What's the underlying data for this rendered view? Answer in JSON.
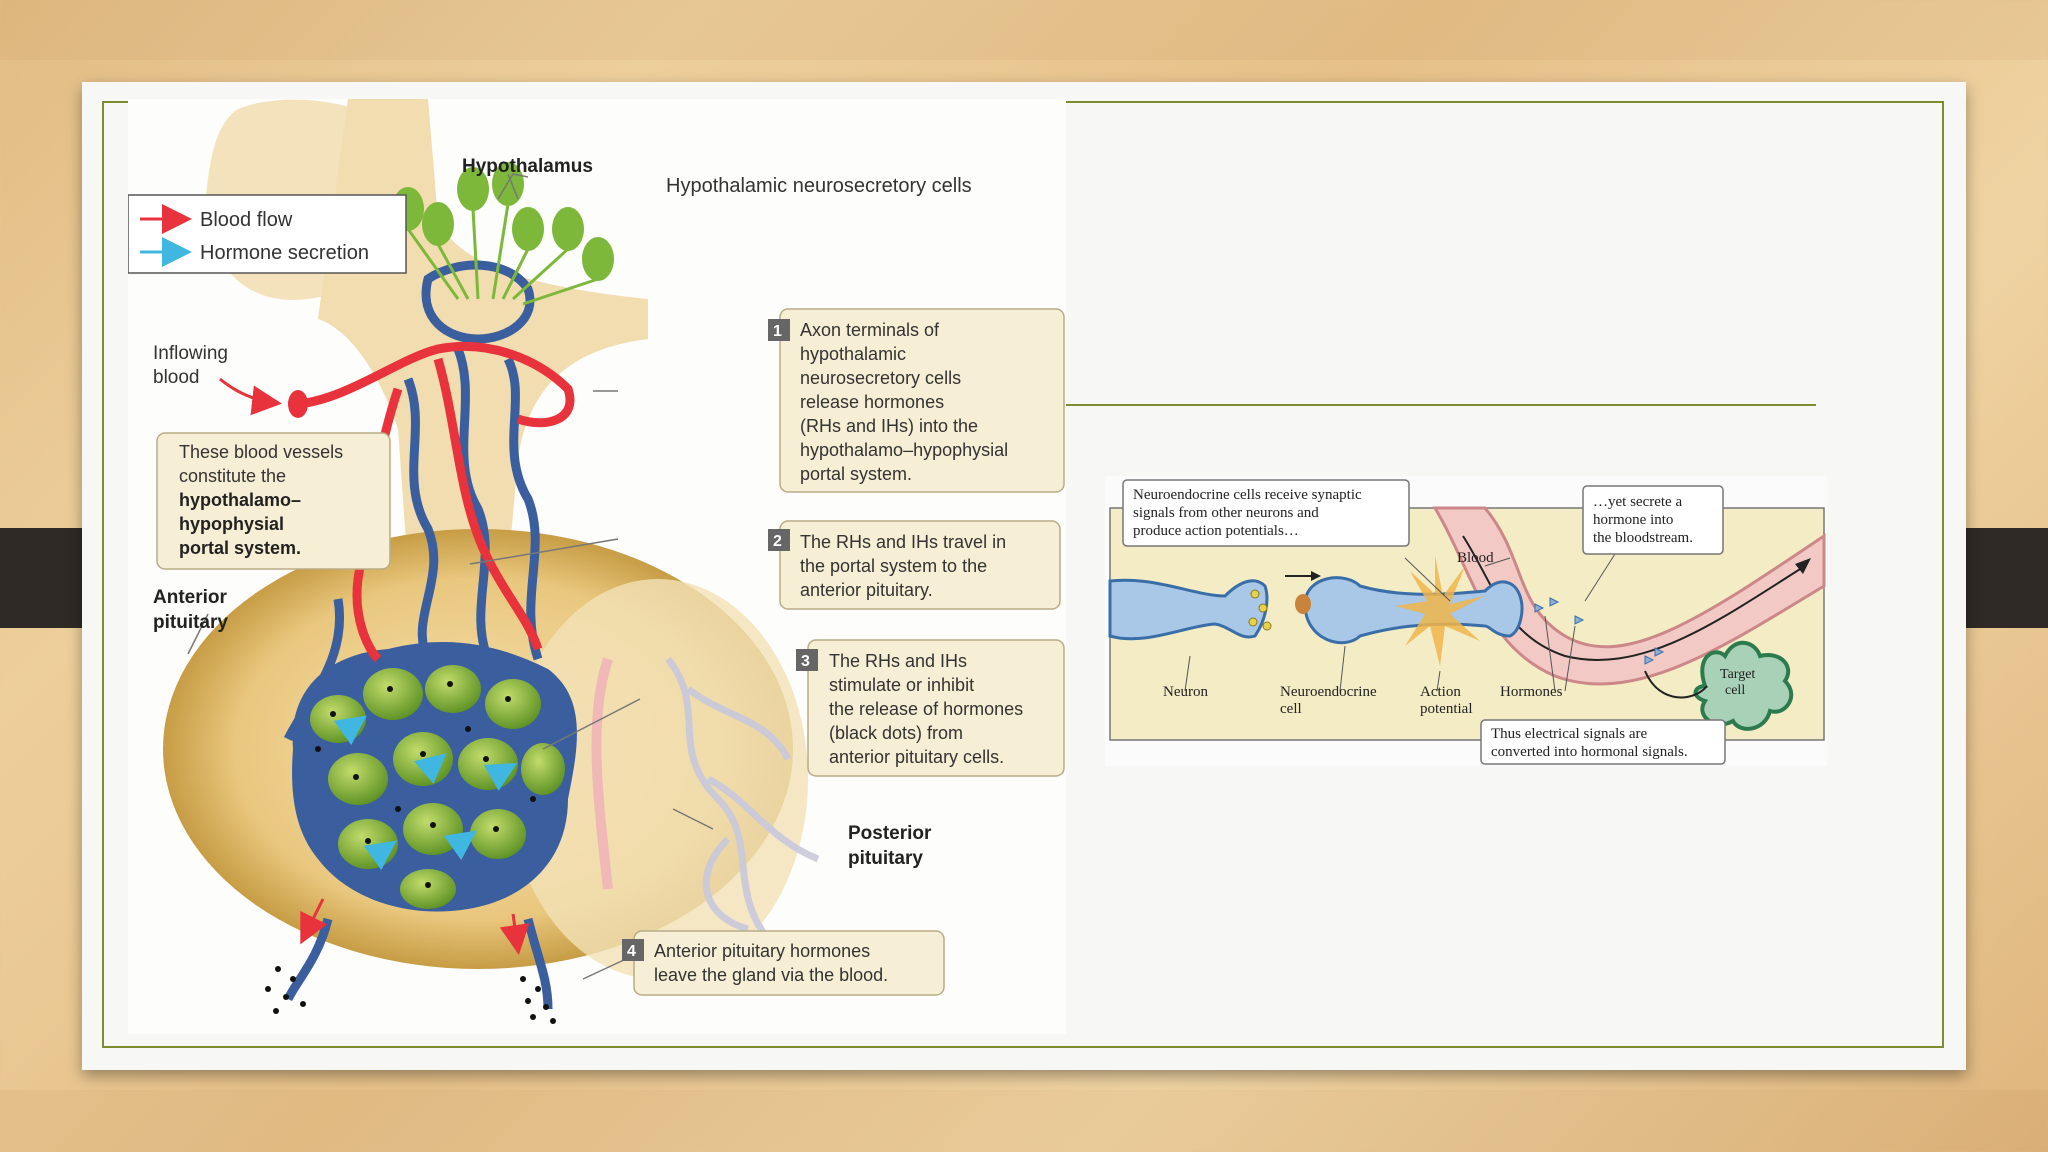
{
  "left_diagram": {
    "legend": {
      "blood_flow": "Blood flow",
      "hormone_secretion": "Hormone secretion",
      "blood_color": "#e8323c",
      "hormone_color": "#3fb7e0"
    },
    "labels": {
      "hypothalamus": "Hypothalamus",
      "neurosecretory": "Hypothalamic neurosecretory cells",
      "inflowing_1": "Inflowing",
      "inflowing_2": "blood",
      "anterior_1": "Anterior",
      "anterior_2": "pituitary",
      "posterior_1": "Posterior",
      "posterior_2": "pituitary"
    },
    "portal_note": {
      "line1": "These blood vessels",
      "line2": "constitute the",
      "line3": "hypothalamo–",
      "line4": "hypophysial",
      "line5": "portal system."
    },
    "steps": [
      {
        "number": "1",
        "lines": [
          "Axon terminals of",
          "hypothalamic",
          "neurosecretory cells",
          "release hormones",
          "(RHs and IHs) into the",
          "hypothalamo–hypophysial",
          "portal system."
        ]
      },
      {
        "number": "2",
        "lines": [
          "The RHs and IHs travel in",
          "the portal system to the",
          "anterior pituitary."
        ]
      },
      {
        "number": "3",
        "lines": [
          "The RHs and IHs",
          "stimulate or inhibit",
          "the release of hormones",
          "(black dots) from",
          "anterior pituitary cells."
        ]
      },
      {
        "number": "4",
        "lines": [
          "Anterior pituitary hormones",
          "leave the gland via the blood."
        ]
      }
    ]
  },
  "right_diagram": {
    "callout_top_left": [
      "Neuroendocrine cells receive synaptic",
      "signals from other neurons and",
      "produce action potentials…"
    ],
    "callout_top_right": [
      "…yet secrete a",
      "hormone into",
      "the bloodstream."
    ],
    "callout_bottom": [
      "Thus electrical signals are",
      "converted into hormonal signals."
    ],
    "labels": {
      "blood": "Blood",
      "neuron": "Neuron",
      "neuroendocrine_1": "Neuroendocrine",
      "neuroendocrine_2": "cell",
      "action_1": "Action",
      "action_2": "potential",
      "hormones": "Hormones",
      "target_1": "Target",
      "target_2": "cell"
    }
  }
}
